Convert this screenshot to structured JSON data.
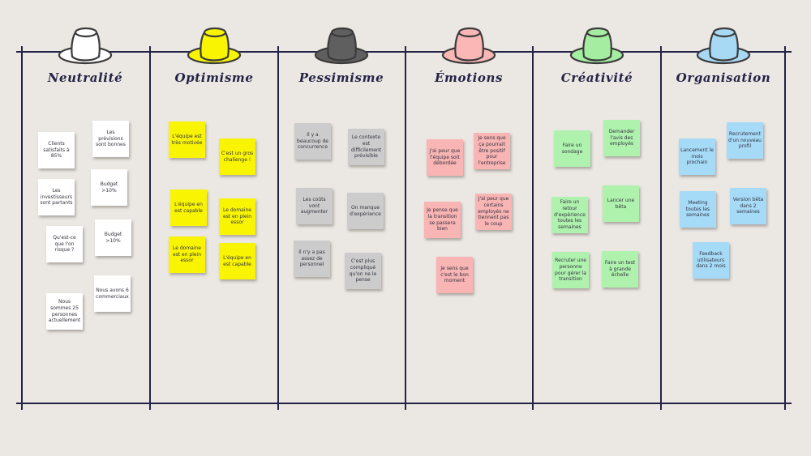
{
  "board_background": "#ebe7e3",
  "line_color": "#232347",
  "columns": [
    {
      "label": "Neutralité",
      "hat_color": "#ffffff",
      "note_color": "#ffffff",
      "notes": [
        "Clients satisfaits à 85%",
        "Les prévisions sont bonnes",
        "Les investisseurs sont partants",
        "Budget >10%",
        "Qu'est-ce que l'on risque ?",
        "Budget >10%",
        "Nous sommes 25 personnes actuellement",
        "Nous avons 6 commerciaux"
      ]
    },
    {
      "label": "Optimisme",
      "hat_color": "#f8f402",
      "note_color": "#f9f502",
      "notes": [
        "L'équipe est très motivée",
        "C'est un gros challenge !",
        "L'équipe en est capable",
        "Le domaine est en plein essor",
        "Le domaine est en plein essor",
        "L'équipe en est capable"
      ]
    },
    {
      "label": "Pessimisme",
      "hat_color": "#5f5f5f",
      "note_color": "#cccccc",
      "notes": [
        "Il y a beaucoup de concurrence",
        "Le contexte est difficilement prévisible",
        "Les coûts vont augmenter",
        "On manque d'expérience",
        "Il n'y a pas assez de personnel",
        "C'est plus compliqué qu'on ne le pense"
      ]
    },
    {
      "label": "Émotions",
      "hat_color": "#fbb6b6",
      "note_color": "#f9b4b4",
      "notes": [
        "J'ai peur que l'équipe soit débordée",
        "Je sens que ça pourrait être positif pour l'entreprise",
        "Je pense que la transition se passera bien",
        "J'ai peur que certains employés ne tiennent pas le coup",
        "Je sens que c'est le bon moment"
      ]
    },
    {
      "label": "Créativité",
      "hat_color": "#a5eda0",
      "note_color": "#aff2ae",
      "notes": [
        "Faire un sondage",
        "Demander l'avis des employés",
        "Faire un retour d'expérience toutes les semaines",
        "Lancer une bêta",
        "Recruter une personne pour gérer la transition",
        "Faire un test à grande échelle"
      ]
    },
    {
      "label": "Organisation",
      "hat_color": "#a8d9f4",
      "note_color": "#a6dbf8",
      "notes": [
        "Lancement le mois prochain",
        "Recrutement d'un nouveau profil",
        "Meeting toutes les semaines",
        "Version bêta dans 2 semaines",
        "Feedback utilisateurs dans 2 mois"
      ]
    }
  ]
}
